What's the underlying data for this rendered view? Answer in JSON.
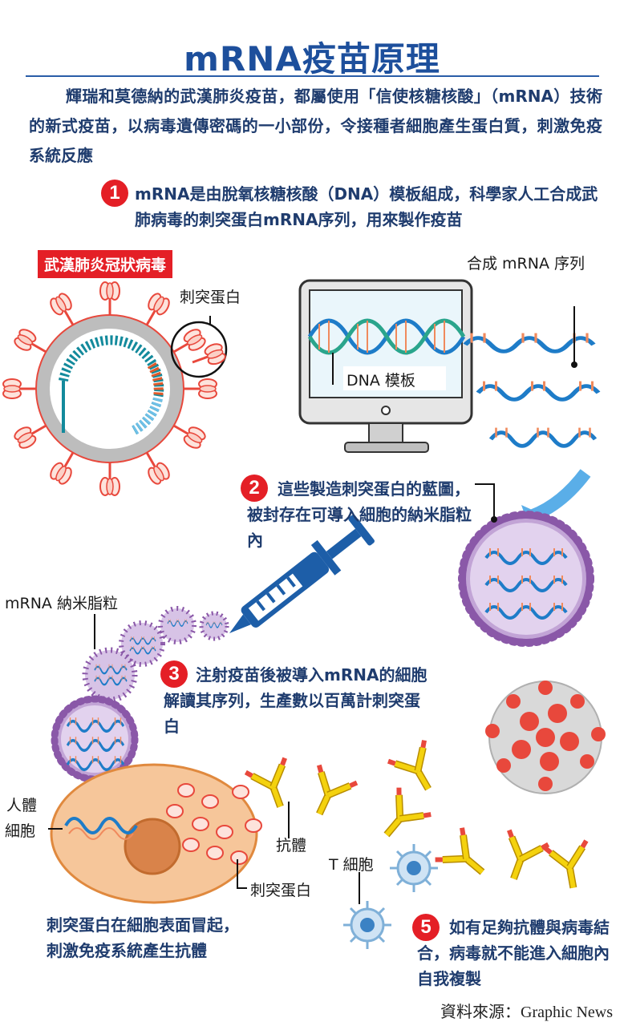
{
  "title": "mRNA疫苗原理",
  "intro": "輝瑞和莫德納的武漢肺炎疫苗，都屬使用「信使核糖核酸」（mRNA）技術的新式疫苗，以病毒遺傳密碼的一小部份，令接種者細胞產生蛋白質，刺激免疫系統反應",
  "steps": [
    {
      "num": "1",
      "text": "mRNA是由脫氧核糖核酸（DNA）模板組成，科學家人工合成武肺病毒的刺突蛋白mRNA序列，用來製作疫苗"
    },
    {
      "num": "2",
      "text": "這些製造刺突蛋白的藍圖，被封存在可導入細胞的納米脂粒內"
    },
    {
      "num": "3",
      "text": "注射疫苗後被導入mRNA的細胞解讀其序列，生產數以百萬計刺突蛋白"
    },
    {
      "num": "5",
      "text": "如有足夠抗體與病毒結合，病毒就不能進入細胞內自我複製"
    }
  ],
  "labels": {
    "virus_tag": "武漢肺炎冠狀病毒",
    "spike_protein": "刺突蛋白",
    "synthetic_mrna": "合成 mRNA 序列",
    "dna_template": "DNA 模板",
    "mrna_nanoparticle": "mRNA 納米脂粒",
    "human_cell_line1": "人體",
    "human_cell_line2": "細胞",
    "antibody": "抗體",
    "spike_protein_2": "刺突蛋白",
    "t_cell": "T 細胞",
    "cell_surface_note": "刺突蛋白在細胞表面冒起，刺激免疫系統產生抗體"
  },
  "source": "資料來源：Graphic News",
  "colors": {
    "title_blue": "#1d4f9c",
    "text_blue": "#1f3c6e",
    "step_red": "#e41f26",
    "lipid_purple": "#8a58a8",
    "antibody_yellow": "#f4d20e",
    "spike_red": "#e8483c"
  }
}
